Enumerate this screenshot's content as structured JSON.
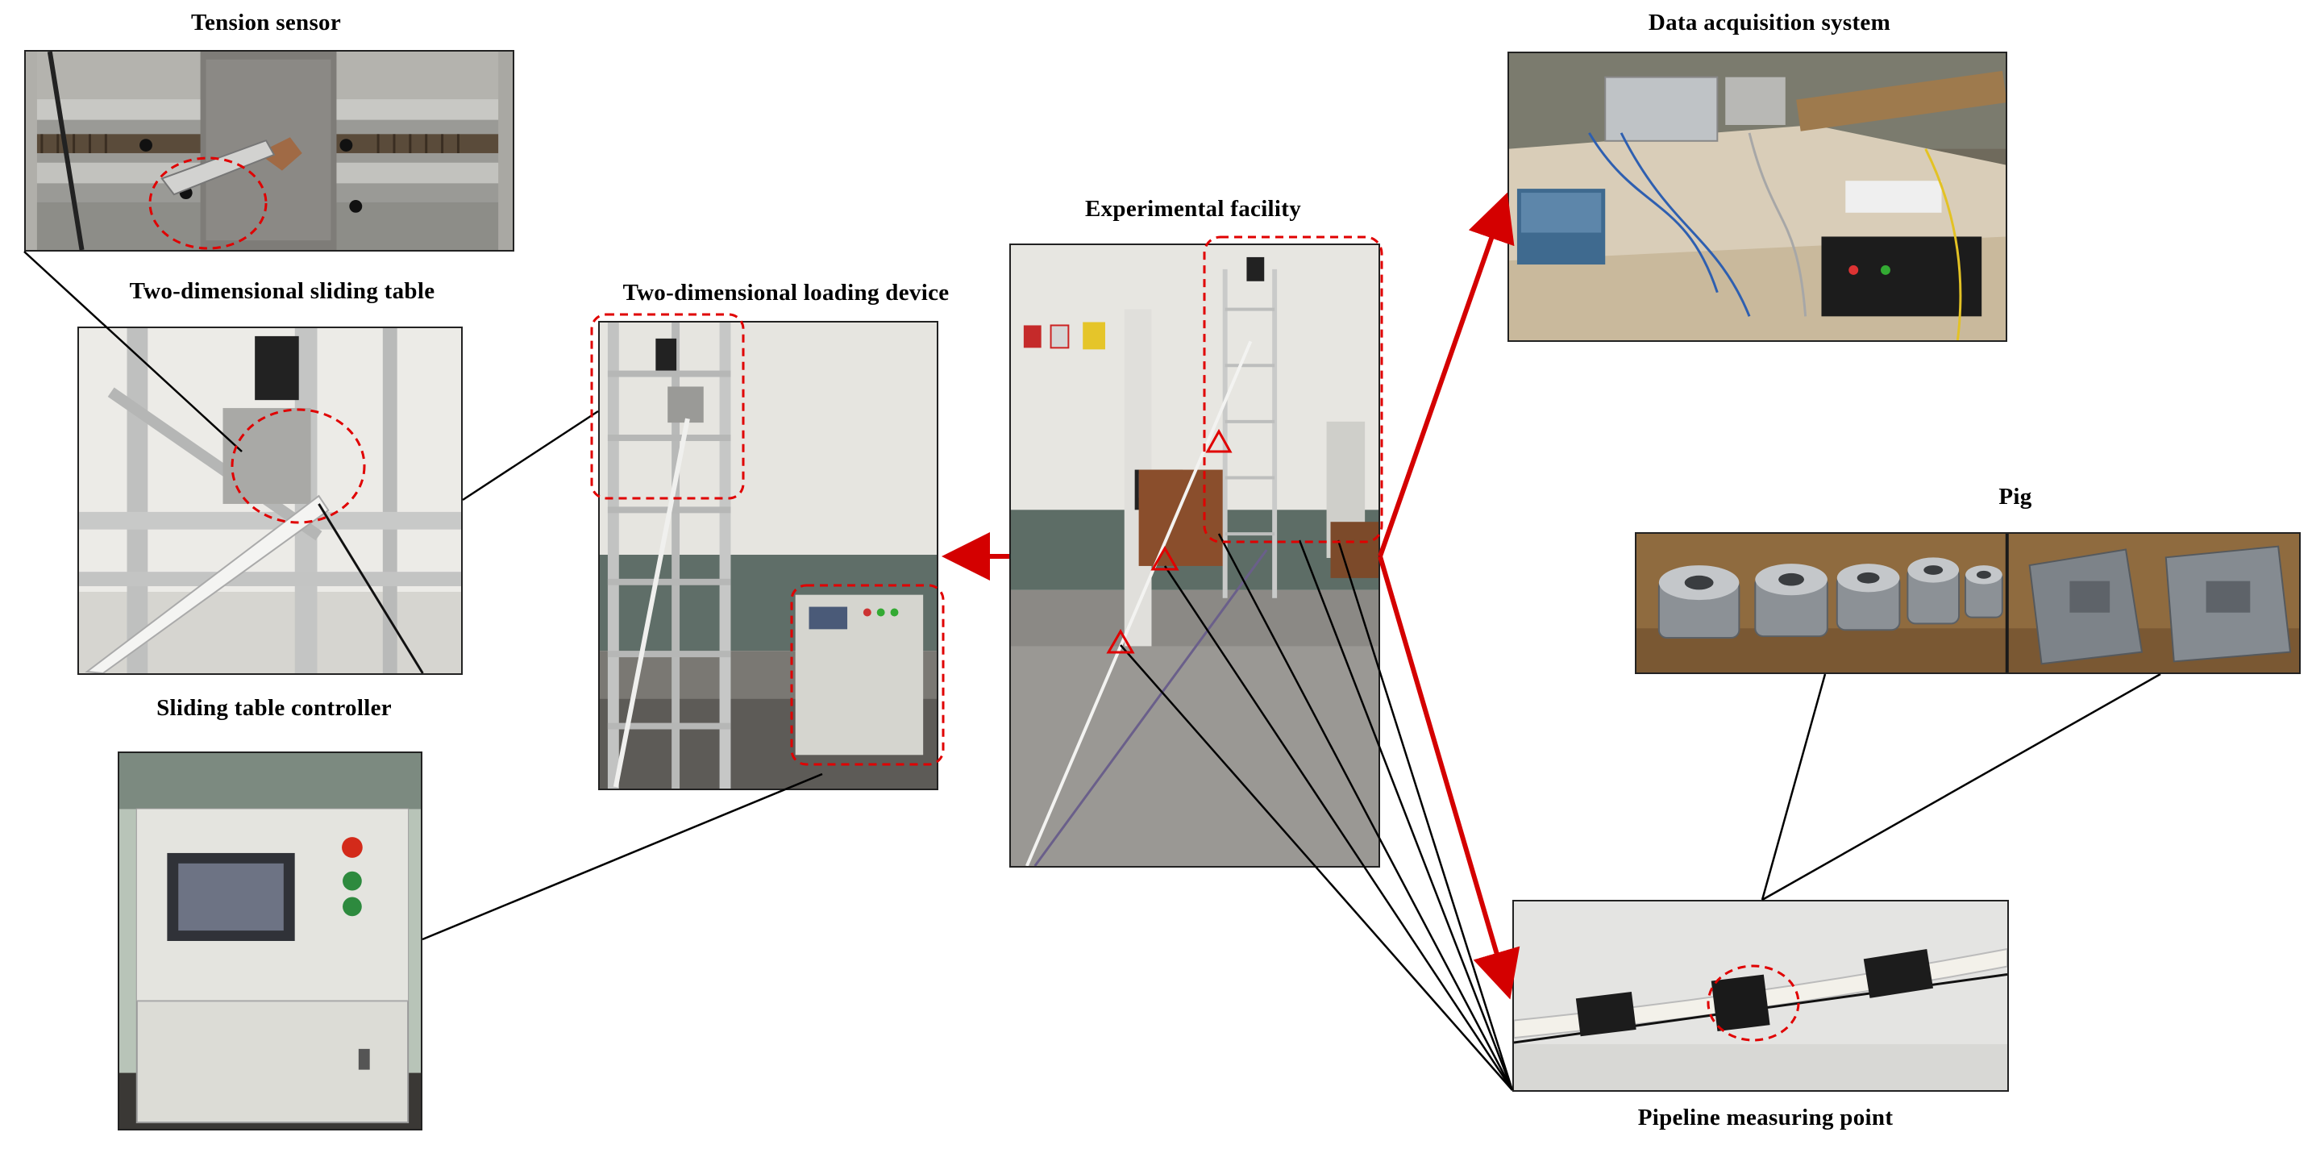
{
  "labels": {
    "tension_sensor": "Tension sensor",
    "two_dimensional_sliding_table": "Two-dimensional sliding table",
    "sliding_table_controller": "Sliding table controller",
    "two_dimensional_loading_device": "Two-dimensional loading device",
    "experimental_facility": "Experimental facility",
    "data_acquisition_system": "Data acquisition system",
    "pig": "Pig",
    "pipeline_measuring_point": "Pipeline measuring point"
  },
  "colors": {
    "arrow": "#d40000",
    "highlight": "#e00000",
    "connector": "#000000"
  }
}
